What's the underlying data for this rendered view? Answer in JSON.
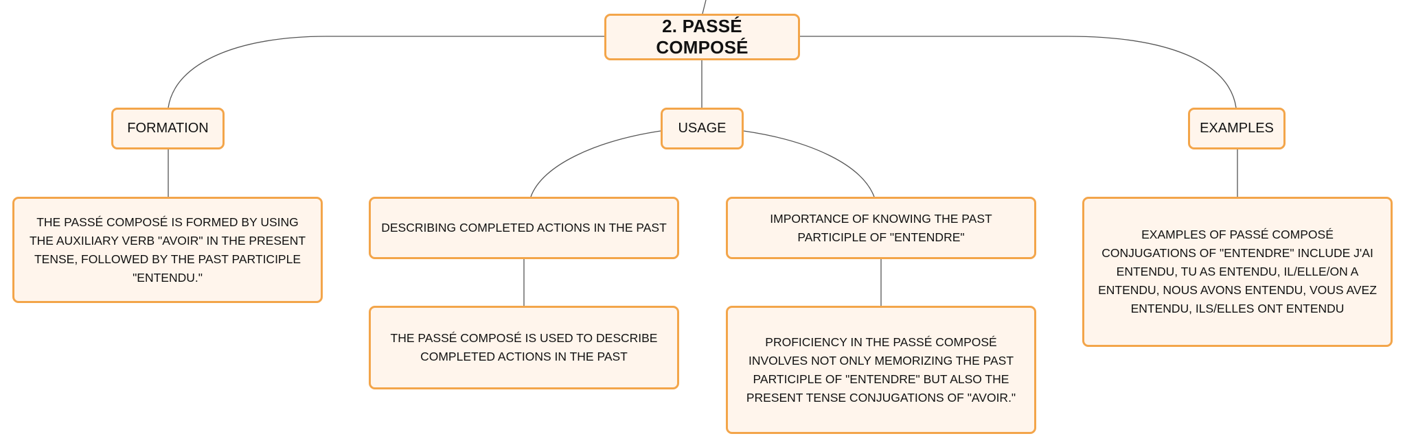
{
  "diagram": {
    "root": {
      "label": "2. PASSÉ COMPOSÉ"
    },
    "branches": {
      "formation": {
        "label": "FORMATION",
        "detail": "THE PASSÉ COMPOSÉ IS FORMED BY USING THE AUXILIARY VERB \"AVOIR\" IN THE PRESENT TENSE, FOLLOWED BY THE PAST PARTICIPLE \"ENTENDU.\""
      },
      "usage": {
        "label": "USAGE",
        "describing": "DESCRIBING COMPLETED ACTIONS IN THE PAST",
        "describing_detail": "THE PASSÉ COMPOSÉ IS USED TO DESCRIBE COMPLETED ACTIONS IN THE PAST",
        "importance": "IMPORTANCE OF KNOWING THE PAST PARTICIPLE OF \"ENTENDRE\"",
        "importance_detail": "PROFICIENCY IN THE PASSÉ COMPOSÉ INVOLVES NOT ONLY MEMORIZING THE PAST PARTICIPLE OF \"ENTENDRE\" BUT ALSO THE PRESENT TENSE CONJUGATIONS OF \"AVOIR.\""
      },
      "examples": {
        "label": "EXAMPLES",
        "detail": "EXAMPLES OF PASSÉ COMPOSÉ CONJUGATIONS OF \"ENTENDRE\" INCLUDE J'AI ENTENDU, TU AS ENTENDU, IL/ELLE/ON A ENTENDU, NOUS AVONS ENTENDU, VOUS AVEZ ENTENDU, ILS/ELLES ONT ENTENDU"
      }
    },
    "colors": {
      "node_fill": "#fff5ec",
      "node_border": "#f3a54a",
      "connector": "#555555",
      "text": "#111111"
    }
  }
}
